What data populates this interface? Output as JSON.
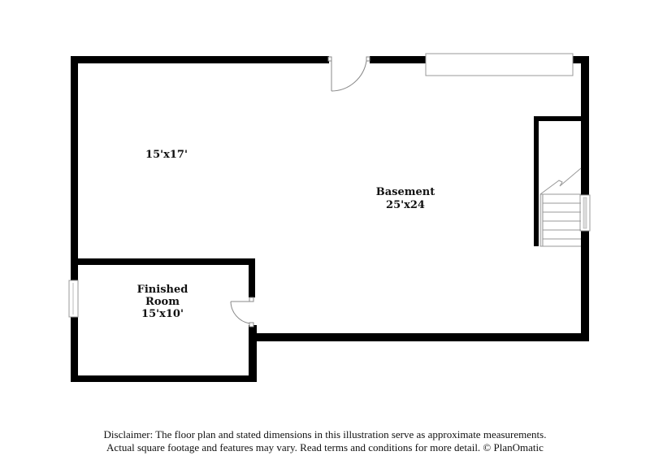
{
  "floor_plan": {
    "rooms": [
      {
        "id": "unlabeled-room",
        "name": "",
        "dimensions": "15'x17'"
      },
      {
        "id": "basement",
        "name": "Basement",
        "dimensions": "25'x24"
      },
      {
        "id": "finished-room",
        "name_line1": "Finished",
        "name_line2": "Room",
        "dimensions": "15'x10'"
      }
    ],
    "features": [
      "door-top",
      "door-finished-room",
      "window-top",
      "window-right",
      "window-left",
      "stairs"
    ],
    "colors": {
      "wall": "#000000",
      "fixture": "#888888",
      "background": "#ffffff"
    }
  },
  "disclaimer": {
    "line1": "Disclaimer: The floor plan and stated dimensions in this illustration serve as approximate measurements.",
    "line2": "Actual square footage and features may vary. Read terms and conditions for more detail. © PlanOmatic"
  }
}
